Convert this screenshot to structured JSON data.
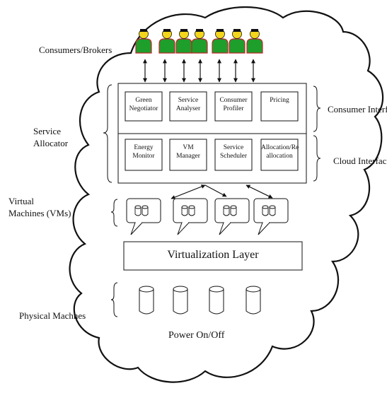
{
  "labels": {
    "consumers_brokers": "Consumers/Brokers",
    "service_allocator_line1": "Service",
    "service_allocator_line2": "Allocator",
    "virtual_machines_line1": "Virtual",
    "virtual_machines_line2": "Machines (VMs)",
    "physical_machines": "Physical Machnes",
    "consumer_interface": "Consumer Interface",
    "cloud_interface": "Cloud Interface",
    "virtualization_layer": "Virtualization Layer",
    "power": "Power On/Off"
  },
  "consumer_interface_modules": [
    {
      "line1": "Green",
      "line2": "Negotiator"
    },
    {
      "line1": "Service",
      "line2": "Analyser"
    },
    {
      "line1": "Consumer",
      "line2": "Profiler"
    },
    {
      "line1": "Pricing",
      "line2": ""
    }
  ],
  "cloud_interface_modules": [
    {
      "line1": "Energy",
      "line2": "Monitor"
    },
    {
      "line1": "VM",
      "line2": "Manager"
    },
    {
      "line1": "Service",
      "line2": "Scheduler"
    },
    {
      "line1": "Allocation/Re",
      "line2": "allocation"
    }
  ],
  "colors": {
    "consumer_body": "#1e9e2b",
    "consumer_head": "#f2d51c",
    "consumer_border": "#c0282d",
    "line": "#111111"
  },
  "icons": {
    "consumer": "person-icon",
    "vm": "database-icon",
    "physical_machine": "cylinder-icon"
  }
}
